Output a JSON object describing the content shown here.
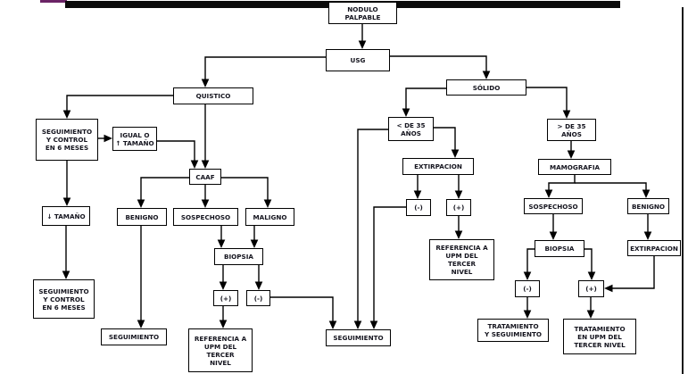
{
  "diagram": {
    "type": "flowchart",
    "language": "es",
    "colors": {
      "top_bar": "#0a0a0a",
      "top_strip": "#6b2466",
      "box_border": "#000000",
      "box_fill": "#ffffff",
      "text": "#14141e"
    }
  },
  "nodes": {
    "nodulo": {
      "label": "NODULO\nPALPABLE"
    },
    "usg": {
      "label": "USG"
    },
    "quistico": {
      "label": "QUISTICO"
    },
    "solido": {
      "label": "SÓLIDO"
    },
    "seg_control_1": {
      "label": "SEGUIMIENTO\nY CONTROL\nEN 6 MESES"
    },
    "igual_tamano": {
      "label": "IGUAL O\n↑ TAMAÑO"
    },
    "caaf": {
      "label": "CAAF"
    },
    "benigno_caaf": {
      "label": "BENIGNO"
    },
    "sospechoso_caaf": {
      "label": "SOSPECHOSO"
    },
    "maligno": {
      "label": "MALIGNO"
    },
    "tamano_menor": {
      "label": "↓ TAMAÑO"
    },
    "biopsia_caaf": {
      "label": "BIOPSIA"
    },
    "biopsia_caaf_pos": {
      "label": "(+)"
    },
    "biopsia_caaf_neg": {
      "label": "(-)"
    },
    "seg_control_2": {
      "label": "SEGUIMIENTO\nY CONTROL\nEN 6 MESES"
    },
    "seguimiento_benigno": {
      "label": "SEGUIMIENTO"
    },
    "referencia_caaf": {
      "label": "REFERENCIA A\nUPM DEL\nTERCER\nNIVEL"
    },
    "seguimiento_central": {
      "label": "SEGUIMIENTO"
    },
    "menor_35": {
      "label": "< DE 35\nAÑOS"
    },
    "mayor_35": {
      "label": "> DE 35\nAÑOS"
    },
    "extirpacion_35": {
      "label": "EXTIRPACION"
    },
    "extirpacion_neg": {
      "label": "(-)"
    },
    "extirpacion_pos": {
      "label": "(+)"
    },
    "referencia_extirpacion": {
      "label": "REFERENCIA A\nUPM DEL\nTERCER\nNIVEL"
    },
    "mamografia": {
      "label": "MAMOGRAFIA"
    },
    "sospechoso_mamo": {
      "label": "SOSPECHOSO"
    },
    "benigno_mamo": {
      "label": "BENIGNO"
    },
    "biopsia_mamo": {
      "label": "BIOPSIA"
    },
    "extirpacion_mamo": {
      "label": "EXTIRPACION"
    },
    "biopsia_mamo_neg": {
      "label": "(-)"
    },
    "biopsia_mamo_pos": {
      "label": "(+)"
    },
    "tratamiento_seguimiento": {
      "label": "TRATAMIENTO\nY SEGUIMIENTO"
    },
    "tratamiento_upm": {
      "label": "TRATAMIENTO\nEN UPM DEL\nTERCER  NIVEL"
    }
  }
}
